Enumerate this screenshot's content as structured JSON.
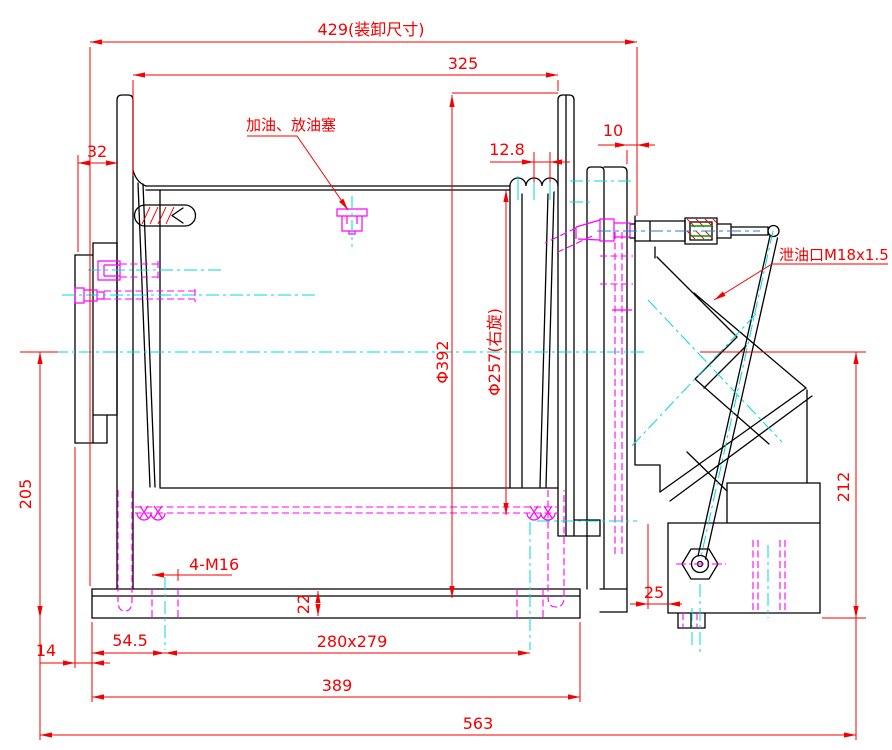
{
  "drawing": {
    "type": "engineering-cad-winch-side-view",
    "colors": {
      "outline": "#000000",
      "dimension": "#f50000",
      "hidden": "#ff00ff",
      "centerline": "#00d9d9",
      "axis_blue": "#2f7bd9",
      "hatch_green": "#009900"
    },
    "dimensions": {
      "overall_top": "429(装卸尺寸)",
      "drum_length": "325",
      "left_offset": "32",
      "groove_pitch": "12.8",
      "right_step": "10",
      "flange_diameter": "Φ392",
      "barrel_diameter": "Φ257(右旋)",
      "height_left": "205",
      "height_right": "212",
      "bolt_spec": "4-M16",
      "base_thickness": "22",
      "motor_offset": "25",
      "bolt_edge_offset": "54.5",
      "edge_margin": "14",
      "bolt_pattern": "280x279",
      "base_width": "389",
      "overall_width": "563"
    },
    "labels": {
      "oil_plug": "加油、放油塞",
      "drain_port": "泄油口M18x1.5"
    }
  }
}
